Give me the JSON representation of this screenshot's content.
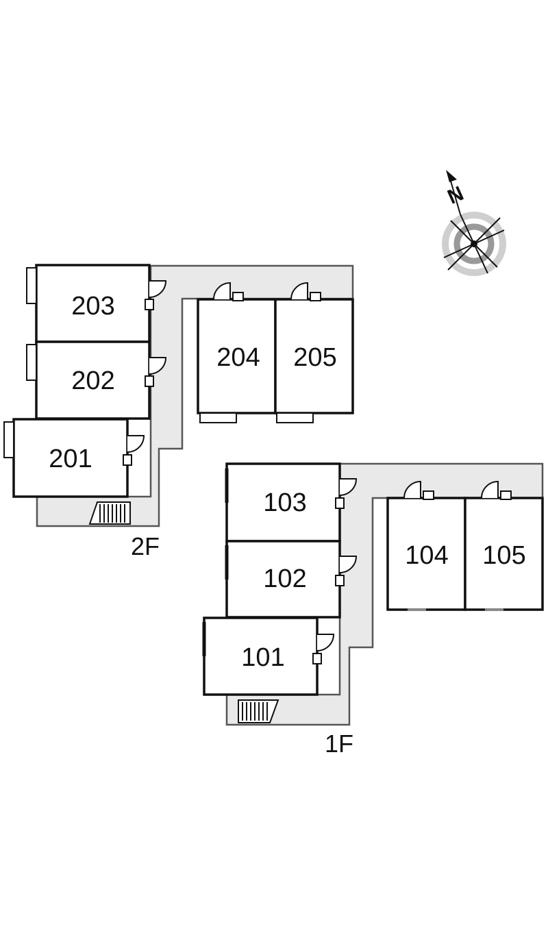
{
  "colors": {
    "corridor": "#e9e9e9",
    "wall": "#111111",
    "corridor_edge": "#555555",
    "fixture_fill": "#ffffff",
    "compass_ring_dark": "#9a9a9a",
    "compass_ring_light": "#cfcfcf"
  },
  "floors": {
    "second": {
      "label": "2F"
    },
    "first": {
      "label": "1F"
    }
  },
  "rooms": {
    "r201": "201",
    "r202": "202",
    "r203": "203",
    "r204": "204",
    "r205": "205",
    "r101": "101",
    "r102": "102",
    "r103": "103",
    "r104": "104",
    "r105": "105"
  },
  "compass": {
    "label": "N",
    "icon": "north-arrow-icon"
  },
  "icons": {
    "door": "door-icon",
    "stairs": "stairs-icon",
    "window": "window-icon"
  }
}
